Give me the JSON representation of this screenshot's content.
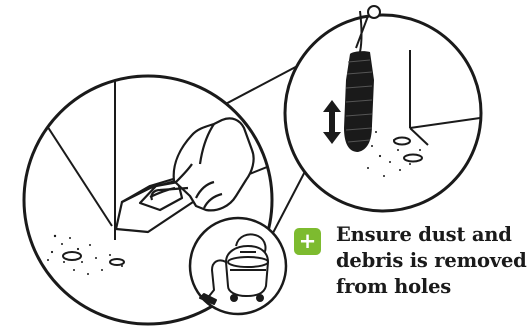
{
  "tip": {
    "badge_symbol": "+",
    "badge_color": "#7dbb2f",
    "lines": [
      "Ensure dust and",
      "debris is removed",
      "from holes"
    ]
  },
  "illustration": {
    "line_color": "#1a1a1a",
    "icons": [
      "hand-brush-icon",
      "vacuum-brush-icon",
      "vacuum-cleaner-icon",
      "up-down-arrow-icon"
    ]
  }
}
